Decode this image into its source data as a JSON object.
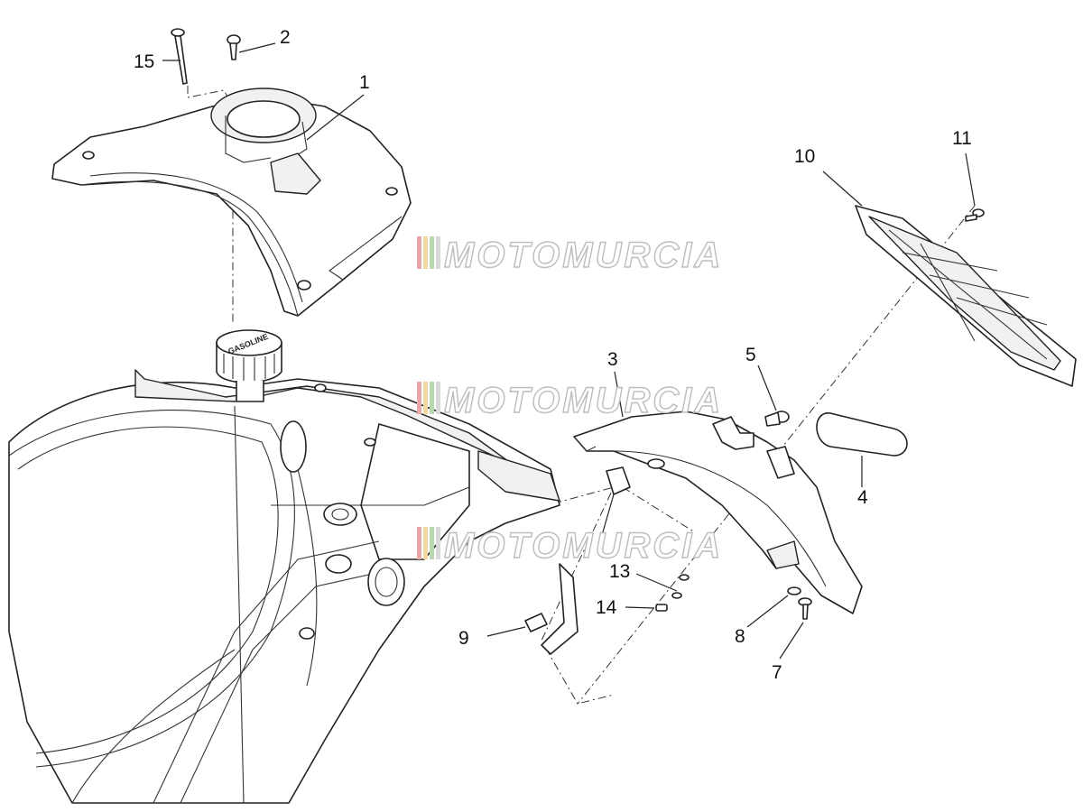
{
  "watermark": {
    "text": "MOTOMURCIA",
    "stripe_colors": [
      "#e8a6a6",
      "#f1d7a0",
      "#b9d8b0",
      "#d9d9d9"
    ]
  },
  "callouts": {
    "c1": "1",
    "c2": "2",
    "c3": "3",
    "c4": "4",
    "c5": "5",
    "c7": "7",
    "c8": "8",
    "c9": "9",
    "c10": "10",
    "c11": "11",
    "c13": "13",
    "c14": "14",
    "c15": "15"
  },
  "cap_text": "GASOLINE",
  "colors": {
    "line": "#222222",
    "fill": "#ffffff",
    "shade": "#f1f1f1"
  }
}
